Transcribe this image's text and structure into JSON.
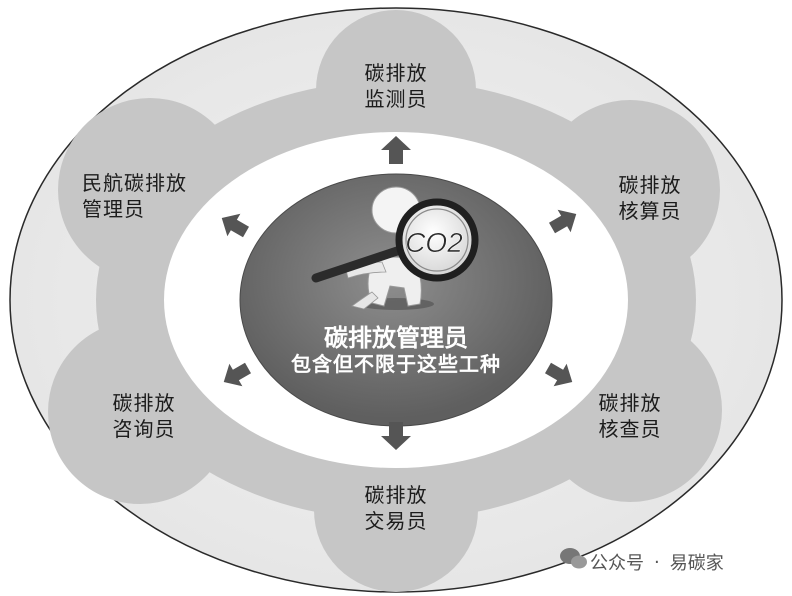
{
  "center": {
    "title": "碳排放管理员",
    "subtitle": "包含但不限于这些工种",
    "badge": "CO2"
  },
  "roles": {
    "monitor": {
      "line1": "碳排放",
      "line2": "监测员"
    },
    "accountant": {
      "line1": "碳排放",
      "line2": "核算员"
    },
    "verifier": {
      "line1": "碳排放",
      "line2": "核查员"
    },
    "trader": {
      "line1": "碳排放",
      "line2": "交易员"
    },
    "consultant": {
      "line1": "碳排放",
      "line2": "咨询员"
    },
    "aviation": {
      "line1": "民航碳排放",
      "line2": "管理员"
    }
  },
  "watermark": {
    "prefix": "公众号",
    "separator": "·",
    "name": "易碳家",
    "icon": "wechat-icon"
  }
}
